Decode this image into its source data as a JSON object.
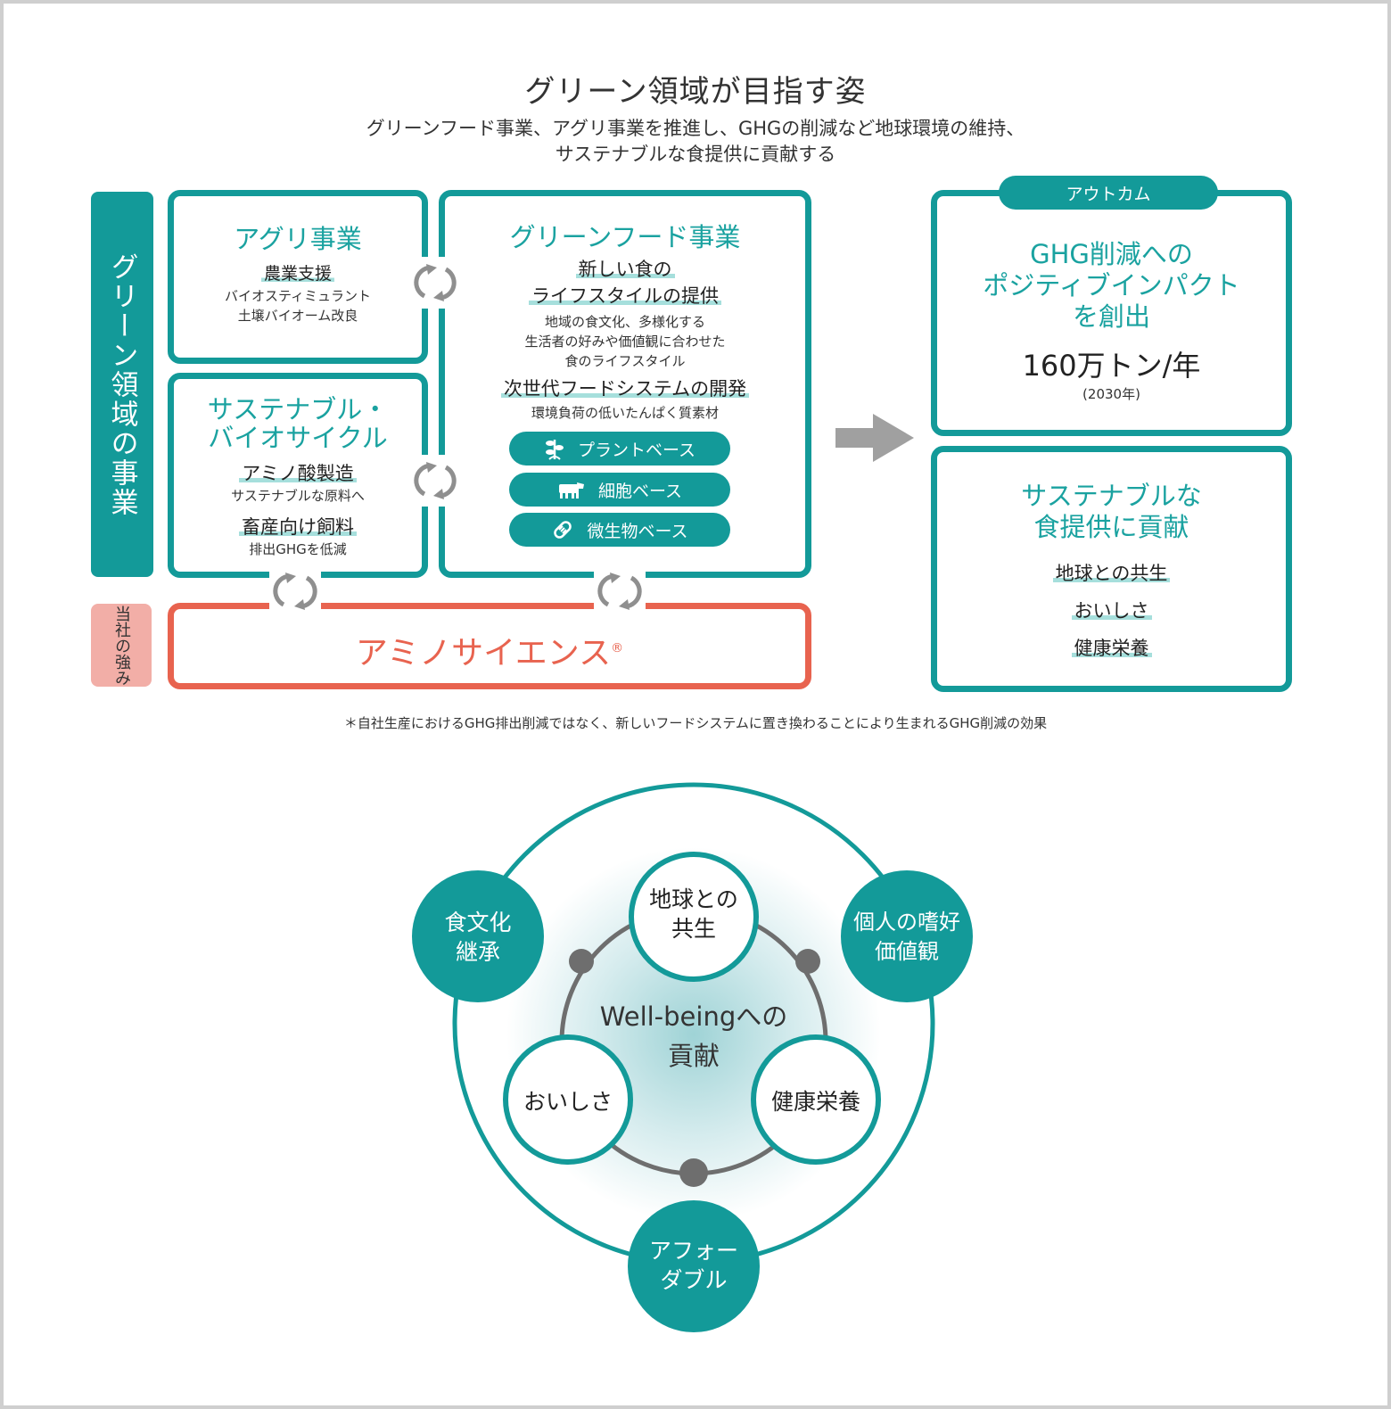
{
  "header": {
    "title": "グリーン領域が目指す姿",
    "subtitle_line1": "グリーンフード事業、アグリ事業を推進し、GHGの削減など地球環境の維持、",
    "subtitle_line2": "サステナブルな食提供に貢献する"
  },
  "side_labels": {
    "business": "グリーン領域の事業",
    "strength": "当社の強み"
  },
  "agri": {
    "title": "アグリ事業",
    "heading": "農業支援",
    "lines": [
      "バイオスティミュラント",
      "土壌バイオーム改良"
    ]
  },
  "biocycle": {
    "title_line1": "サステナブル・",
    "title_line2": "バイオサイクル",
    "items": [
      {
        "heading": "アミノ酸製造",
        "desc": "サステナブルな原料へ"
      },
      {
        "heading": "畜産向け飼料",
        "desc": "排出GHGを低減"
      }
    ]
  },
  "greenfood": {
    "title": "グリーンフード事業",
    "heading1_line1": "新しい食の",
    "heading1_line2": "ライフスタイルの提供",
    "desc1": [
      "地域の食文化、多様化する",
      "生活者の好みや価値観に合わせた",
      "食のライフスタイル"
    ],
    "heading2": "次世代フードシステムの開発",
    "desc2": "環境負荷の低いたんぱく質素材",
    "pills": [
      {
        "label": "プラントベース",
        "icon": "plant-icon"
      },
      {
        "label": "細胞ベース",
        "icon": "cow-icon"
      },
      {
        "label": "微生物ベース",
        "icon": "microbe-icon"
      }
    ]
  },
  "aminoscience": {
    "label": "アミノサイエンス",
    "mark": "®"
  },
  "footnote": "＊自社生産におけるGHG排出削減ではなく、新しいフードシステムに置き換わることにより生まれるGHG削減の効果",
  "outcome": {
    "tab": "アウトカム",
    "ghg_line1": "GHG削減への",
    "ghg_line2": "ポジティブインパクト",
    "ghg_line3": "を創出",
    "value": "160万トン/年",
    "year": "(2030年)",
    "sustain_line1": "サステナブルな",
    "sustain_line2": "食提供に貢献",
    "items": [
      "地球との共生",
      "おいしさ",
      "健康栄養"
    ]
  },
  "wellbeing": {
    "center_line1": "Well-beingへの",
    "center_line2": "貢献",
    "inner": [
      {
        "line1": "地球との",
        "line2": "共生"
      },
      {
        "line1": "おいしさ",
        "line2": ""
      },
      {
        "line1": "健康栄養",
        "line2": ""
      }
    ],
    "outer": [
      {
        "line1": "食文化",
        "line2": "継承"
      },
      {
        "line1": "個人の嗜好",
        "line2": "価値観"
      },
      {
        "line1": "アフォー",
        "line2": "ダブル"
      }
    ]
  },
  "colors": {
    "teal": "#139a99",
    "teal_text": "#1aa2a0",
    "red": "#e8634f",
    "pink": "#f2aea7",
    "highlight": "#a6dfdc",
    "gray": "#8f8f8f"
  }
}
